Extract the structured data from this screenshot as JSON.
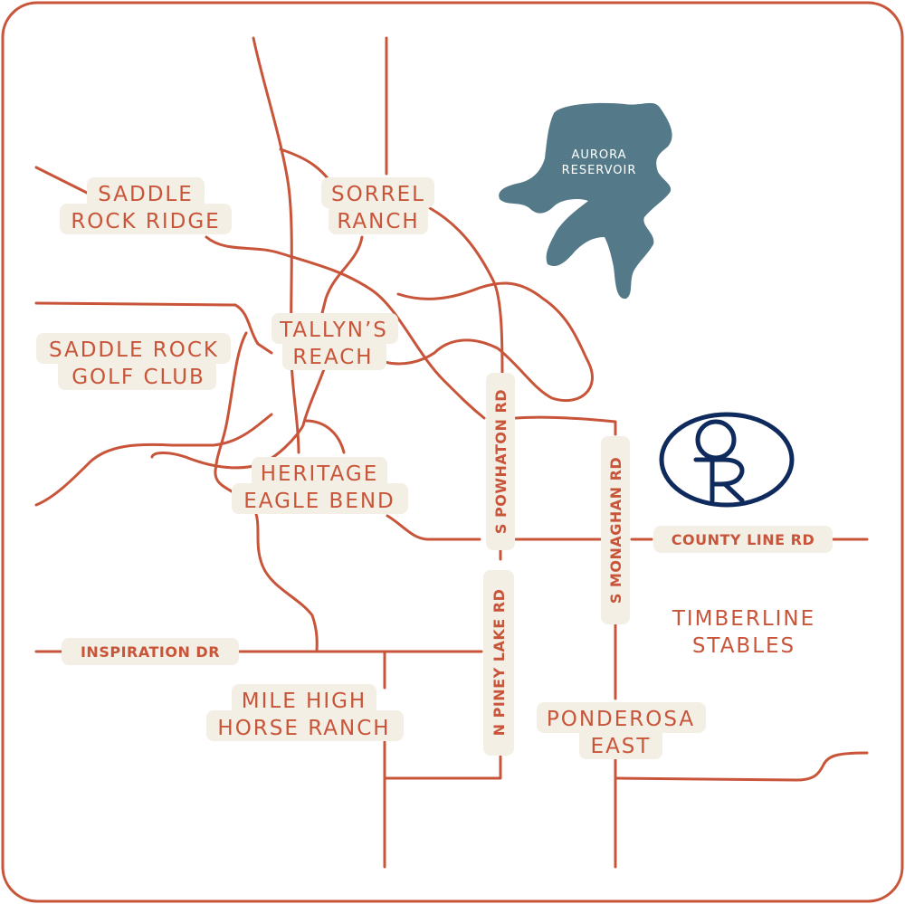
{
  "colors": {
    "road": "#c8553a",
    "water": "#547a8a",
    "logo": "#0f2a5c",
    "label_halo": "#f4efe4",
    "frame": "#c8553a"
  },
  "water": {
    "name_line1": "AURORA",
    "name_line2": "RESERVOIR"
  },
  "areas": {
    "saddle_rock_ridge": {
      "line1": "SADDLE",
      "line2": "ROCK RIDGE"
    },
    "sorrel_ranch": {
      "line1": "SORREL",
      "line2": "RANCH"
    },
    "saddle_rock_golf_club": {
      "line1": "SADDLE ROCK",
      "line2": "GOLF CLUB"
    },
    "tallyns_reach": {
      "line1": "TALLYN’S",
      "line2": "REACH"
    },
    "heritage_eagle_bend": {
      "line1": "HERITAGE",
      "line2": "EAGLE BEND"
    },
    "timberline_stables": {
      "line1": "TIMBERLINE",
      "line2": "STABLES"
    },
    "mile_high_horse_ranch": {
      "line1": "MILE HIGH",
      "line2": "HORSE RANCH"
    },
    "ponderosa_east": {
      "line1": "PONDEROSA",
      "line2": "EAST"
    }
  },
  "roads": {
    "s_powhaton_rd": "S POWHATON RD",
    "s_monaghan_rd": "S MONAGHAN RD",
    "county_line_rd": "COUNTY LINE RD",
    "n_piney_lake_rd": "N PINEY LAKE RD",
    "inspiration_dr": "INSPIRATION DR"
  },
  "logo": {
    "icon": "or-monogram-logo"
  }
}
